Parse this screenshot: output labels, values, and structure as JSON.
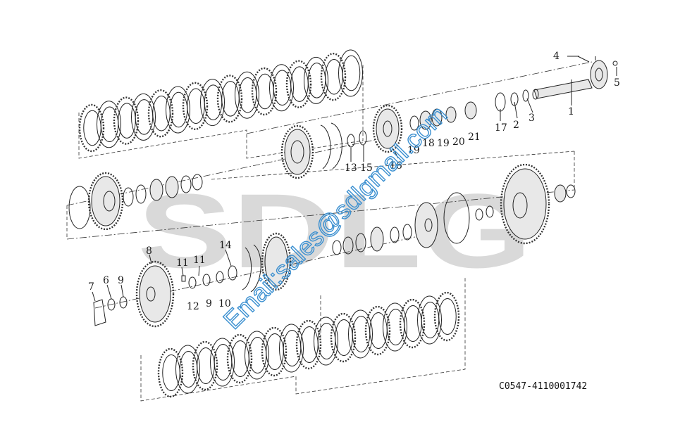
{
  "background_logo": "SDLG",
  "watermark": "Email:sales@sdlgmail.com",
  "drawing_code": "C0547-4110001742",
  "callouts": [
    "1",
    "2",
    "3",
    "4",
    "5",
    "6",
    "7",
    "8",
    "9",
    "9",
    "10",
    "11",
    "11",
    "12",
    "13",
    "14",
    "15",
    "16",
    "17",
    "18",
    "19",
    "19",
    "20",
    "21"
  ]
}
